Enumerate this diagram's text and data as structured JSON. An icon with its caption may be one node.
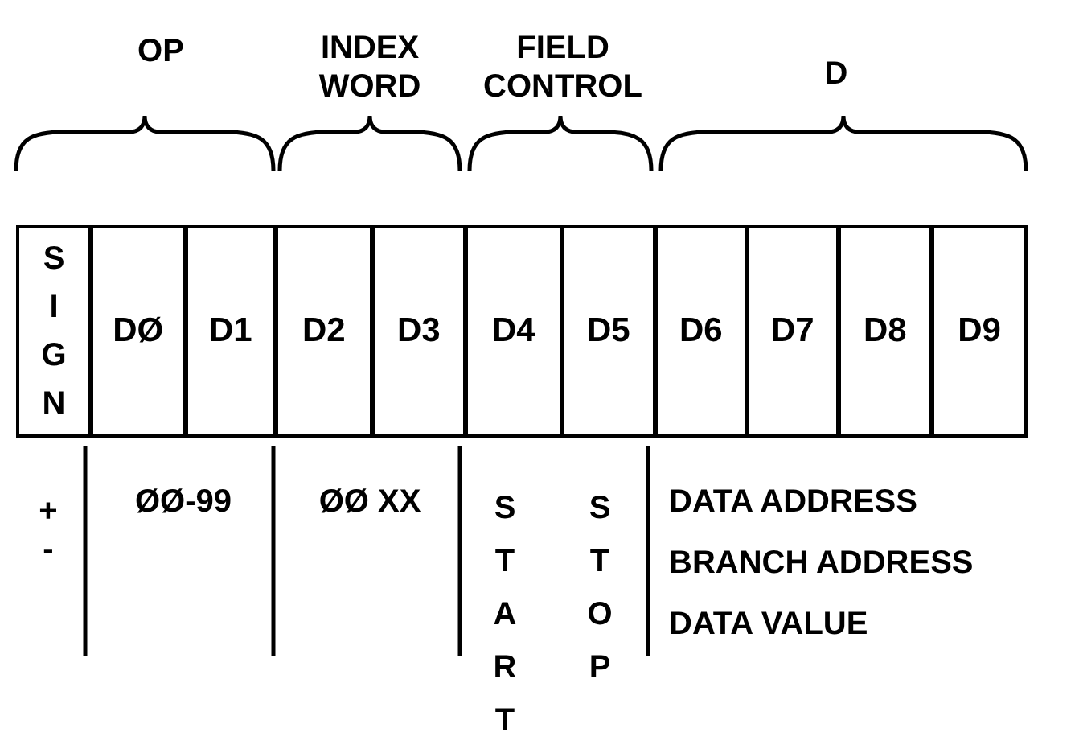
{
  "diagram": {
    "nodes": [
      {
        "text": [
          "SIGN"
        ]
      },
      {
        "text": [
          "DØ"
        ]
      },
      {
        "text": [
          "D1"
        ]
      },
      {
        "text": [
          "D2"
        ]
      },
      {
        "text": [
          "D3"
        ]
      },
      {
        "text": [
          "D4"
        ]
      },
      {
        "text": [
          "D5"
        ]
      },
      {
        "text": [
          "D6"
        ]
      },
      {
        "text": [
          "D7"
        ]
      },
      {
        "text": [
          "D8"
        ]
      },
      {
        "text": [
          "D9"
        ]
      }
    ],
    "labels": [
      "OP",
      "INDEX WORD",
      "FIELD CONTROL",
      "D",
      "+",
      "-",
      "ØØ-99",
      "ØØ XX",
      "START",
      "STOP",
      "DATA ADDRESS",
      "BRANCH ADDRESS",
      "DATA VALUE"
    ]
  }
}
